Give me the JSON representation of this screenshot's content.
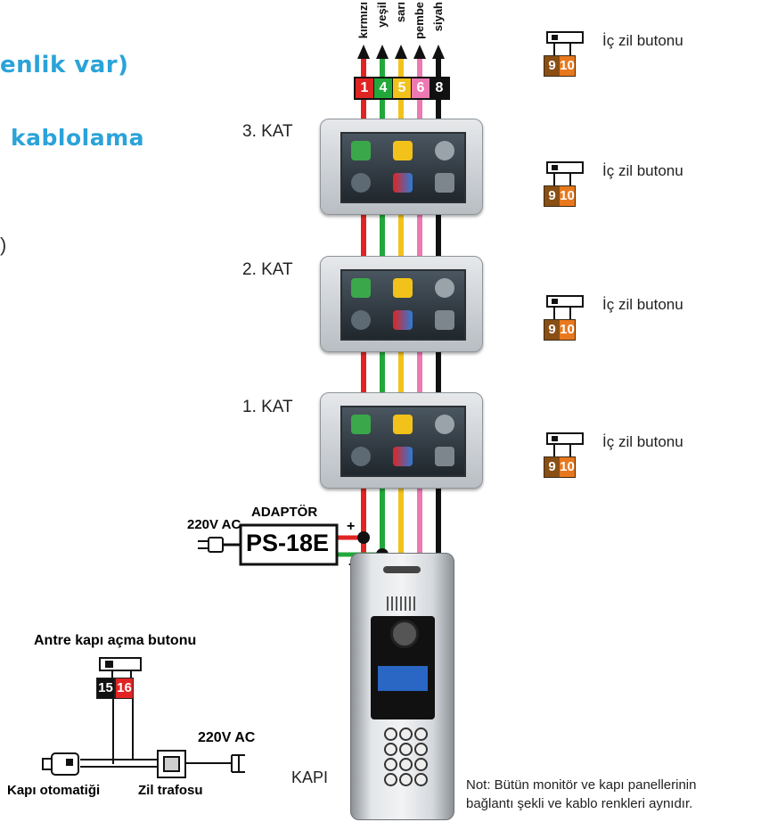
{
  "header": {
    "line1": "enlik var)",
    "line2": "kablolama",
    "line3": ")"
  },
  "wires": [
    {
      "label": "kırmızı",
      "number": "1",
      "color": "#e02424"
    },
    {
      "label": "yeşil",
      "number": "4",
      "color": "#22a83a"
    },
    {
      "label": "sarı",
      "number": "5",
      "color": "#f2c21b"
    },
    {
      "label": "pembe",
      "number": "6",
      "color": "#ee79b2"
    },
    {
      "label": "siyah",
      "number": "8",
      "color": "#111111"
    }
  ],
  "floors": [
    "3. KAT",
    "2. KAT",
    "1. KAT"
  ],
  "bell_buttons": {
    "label": "İç zil butonu",
    "terminals": [
      "9",
      "10"
    ]
  },
  "adapter": {
    "title": "ADAPTÖR",
    "model": "PS-18E",
    "input": "220V AC",
    "plus": "+",
    "minus": "-"
  },
  "entry": {
    "title": "Antre kapı açma butonu",
    "terminals": [
      "15",
      "16"
    ],
    "door_lock": "Kapı otomatiği",
    "transformer": "Zil trafosu",
    "mains": "220V AC"
  },
  "door_panel": {
    "label": "KAPI"
  },
  "note": {
    "line1": "Not: Bütün monitör ve kapı panellerinin",
    "line2": "bağlantı şekli ve kablo renkleri aynıdır."
  },
  "colors": {
    "header": "#2aa3d8",
    "terminal_left": "#8a4f14",
    "terminal_right": "#e8781d"
  }
}
